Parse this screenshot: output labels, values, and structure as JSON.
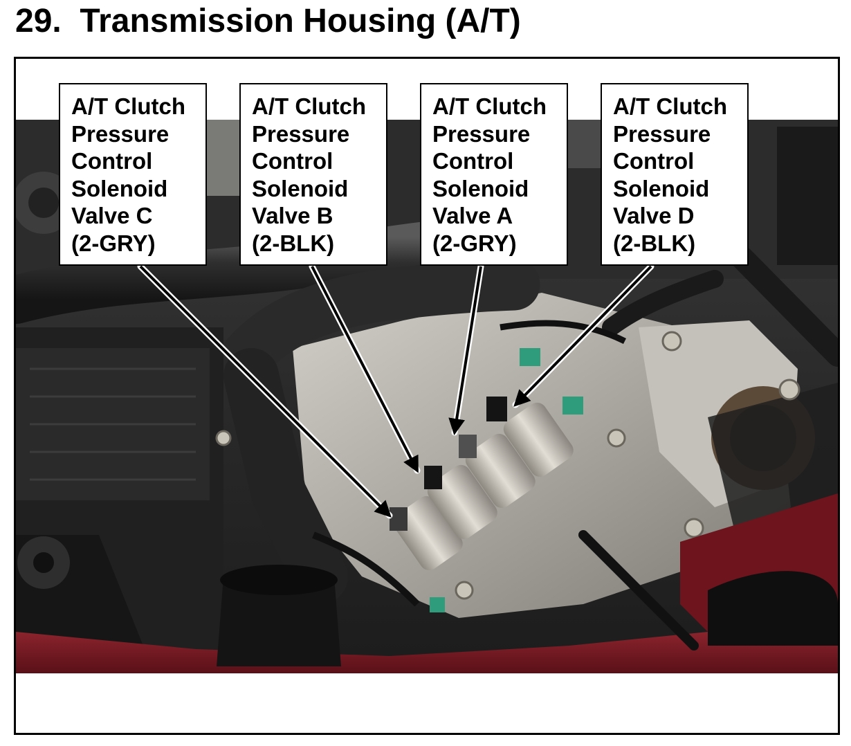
{
  "title": "29.  Transmission Housing (A/T)",
  "figure": {
    "photo_description_icon": "engine-bay-photo",
    "callouts": [
      {
        "lines": [
          "A/T Clutch",
          "Pressure",
          "Control",
          "Solenoid",
          "Valve C",
          "(2-GRY)"
        ]
      },
      {
        "lines": [
          "A/T Clutch",
          "Pressure",
          "Control",
          "Solenoid",
          "Valve B",
          "(2-BLK)"
        ]
      },
      {
        "lines": [
          "A/T Clutch",
          "Pressure",
          "Control",
          "Solenoid",
          "Valve A",
          "(2-GRY)"
        ]
      },
      {
        "lines": [
          "A/T Clutch",
          "Pressure",
          "Control",
          "Solenoid",
          "Valve D",
          "(2-BLK)"
        ]
      }
    ]
  },
  "colors": {
    "body_red": "#7a1a22",
    "metal": "#b9b6ae",
    "hose": "#262626",
    "connector_green": "#2f9c7c"
  }
}
